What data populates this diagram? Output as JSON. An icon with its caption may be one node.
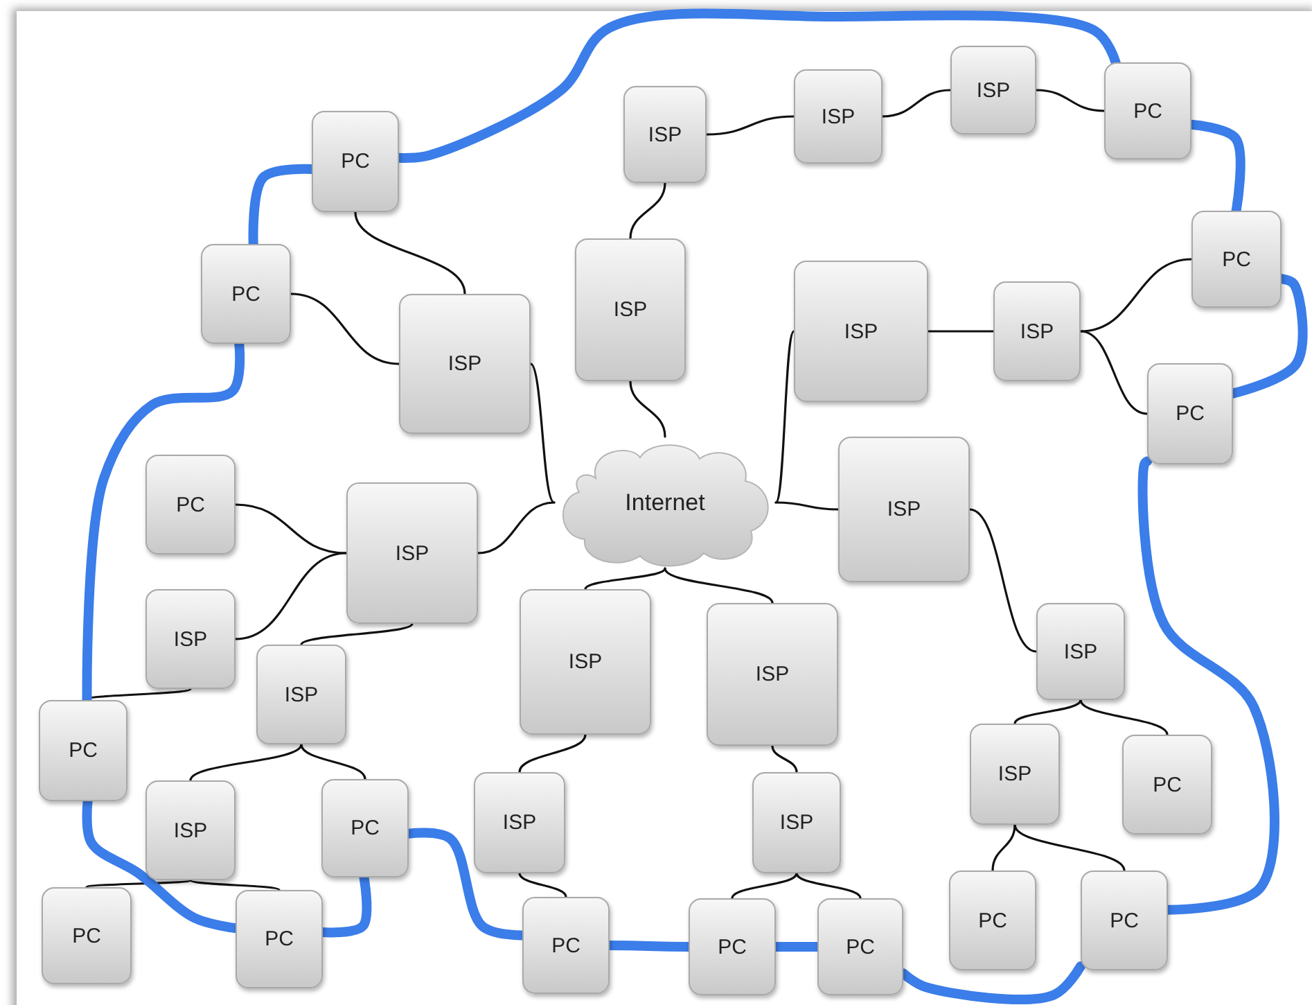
{
  "diagram": {
    "nodes": [
      {
        "text": [
          "Internet"
        ]
      },
      {
        "text": [
          "ISP"
        ]
      },
      {
        "text": [
          "ISP"
        ]
      },
      {
        "text": [
          "ISP"
        ]
      },
      {
        "text": [
          "PC"
        ]
      },
      {
        "text": [
          "PC"
        ]
      },
      {
        "text": [
          "PC"
        ]
      },
      {
        "text": [
          "ISP"
        ]
      },
      {
        "text": [
          "ISP"
        ]
      },
      {
        "text": [
          "ISP"
        ]
      },
      {
        "text": [
          "ISP"
        ]
      },
      {
        "text": [
          "PC"
        ]
      },
      {
        "text": [
          "PC"
        ]
      },
      {
        "text": [
          "PC"
        ]
      },
      {
        "text": [
          "ISP"
        ]
      },
      {
        "text": [
          "ISP"
        ]
      },
      {
        "text": [
          "ISP"
        ]
      },
      {
        "text": [
          "ISP"
        ]
      },
      {
        "text": [
          "ISP"
        ]
      },
      {
        "text": [
          "ISP"
        ]
      },
      {
        "text": [
          "ISP"
        ]
      },
      {
        "text": [
          "PC"
        ]
      },
      {
        "text": [
          "ISP"
        ]
      },
      {
        "text": [
          "PC"
        ]
      },
      {
        "text": [
          "ISP"
        ]
      },
      {
        "text": [
          "ISP"
        ]
      },
      {
        "text": [
          "ISP"
        ]
      },
      {
        "text": [
          "PC"
        ]
      },
      {
        "text": [
          "PC"
        ]
      },
      {
        "text": [
          "PC"
        ]
      },
      {
        "text": [
          "PC"
        ]
      },
      {
        "text": [
          "PC"
        ]
      },
      {
        "text": [
          "PC"
        ]
      },
      {
        "text": [
          "PC"
        ]
      },
      {
        "text": [
          "PC"
        ]
      }
    ],
    "edges": [
      {
        "from": 5,
        "to": 7,
        "arrow": "none"
      },
      {
        "from": 6,
        "to": 7,
        "arrow": "none"
      },
      {
        "from": 7,
        "to": 0,
        "arrow": "none"
      },
      {
        "from": 1,
        "to": 8,
        "arrow": "none"
      },
      {
        "from": 8,
        "to": 0,
        "arrow": "none"
      },
      {
        "from": 1,
        "to": 2,
        "arrow": "none"
      },
      {
        "from": 2,
        "to": 3,
        "arrow": "none"
      },
      {
        "from": 3,
        "to": 4,
        "arrow": "none"
      },
      {
        "from": 0,
        "to": 9,
        "arrow": "none"
      },
      {
        "from": 9,
        "to": 10,
        "arrow": "none"
      },
      {
        "from": 10,
        "to": 11,
        "arrow": "none"
      },
      {
        "from": 10,
        "to": 12,
        "arrow": "none"
      },
      {
        "from": 0,
        "to": 15,
        "arrow": "none"
      },
      {
        "from": 15,
        "to": 20,
        "arrow": "none"
      },
      {
        "from": 20,
        "to": 26,
        "arrow": "none"
      },
      {
        "from": 20,
        "to": 27,
        "arrow": "none"
      },
      {
        "from": 26,
        "to": 33,
        "arrow": "none"
      },
      {
        "from": 26,
        "to": 34,
        "arrow": "none"
      },
      {
        "from": 14,
        "to": 0,
        "arrow": "none"
      },
      {
        "from": 13,
        "to": 14,
        "arrow": "none"
      },
      {
        "from": 16,
        "to": 14,
        "arrow": "none"
      },
      {
        "from": 17,
        "to": 14,
        "arrow": "none"
      },
      {
        "from": 17,
        "to": 22,
        "arrow": "none"
      },
      {
        "from": 17,
        "to": 23,
        "arrow": "none"
      },
      {
        "from": 16,
        "to": 21,
        "arrow": "none"
      },
      {
        "from": 22,
        "to": 28,
        "arrow": "none"
      },
      {
        "from": 22,
        "to": 29,
        "arrow": "none"
      },
      {
        "from": 0,
        "to": 18,
        "arrow": "none"
      },
      {
        "from": 0,
        "to": 19,
        "arrow": "none"
      },
      {
        "from": 18,
        "to": 24,
        "arrow": "none"
      },
      {
        "from": 24,
        "to": 30,
        "arrow": "none"
      },
      {
        "from": 19,
        "to": 25,
        "arrow": "none"
      },
      {
        "from": 25,
        "to": 31,
        "arrow": "none"
      },
      {
        "from": 25,
        "to": 32,
        "arrow": "none"
      },
      {
        "from": 4,
        "to": 5,
        "arrow": "none",
        "style": "thick",
        "color": "#3b7de9"
      },
      {
        "from": 5,
        "to": 6,
        "arrow": "none",
        "style": "thick",
        "color": "#3b7de9"
      },
      {
        "from": 6,
        "to": 21,
        "arrow": "none",
        "style": "thick",
        "color": "#3b7de9"
      },
      {
        "from": 21,
        "to": 29,
        "arrow": "none",
        "style": "thick",
        "color": "#3b7de9"
      },
      {
        "from": 29,
        "to": 23,
        "arrow": "none",
        "style": "thick",
        "color": "#3b7de9"
      },
      {
        "from": 23,
        "to": 30,
        "arrow": "none",
        "style": "thick",
        "color": "#3b7de9"
      },
      {
        "from": 30,
        "to": 31,
        "arrow": "none",
        "style": "thick",
        "color": "#3b7de9"
      },
      {
        "from": 31,
        "to": 32,
        "arrow": "none",
        "style": "thick",
        "color": "#3b7de9"
      },
      {
        "from": 32,
        "to": 34,
        "arrow": "none",
        "style": "thick",
        "color": "#3b7de9"
      },
      {
        "from": 34,
        "to": 12,
        "arrow": "none",
        "style": "thick",
        "color": "#3b7de9"
      },
      {
        "from": 12,
        "to": 11,
        "arrow": "none",
        "style": "thick",
        "color": "#3b7de9"
      },
      {
        "from": 11,
        "to": 4,
        "arrow": "none",
        "style": "thick",
        "color": "#3b7de9"
      }
    ]
  }
}
